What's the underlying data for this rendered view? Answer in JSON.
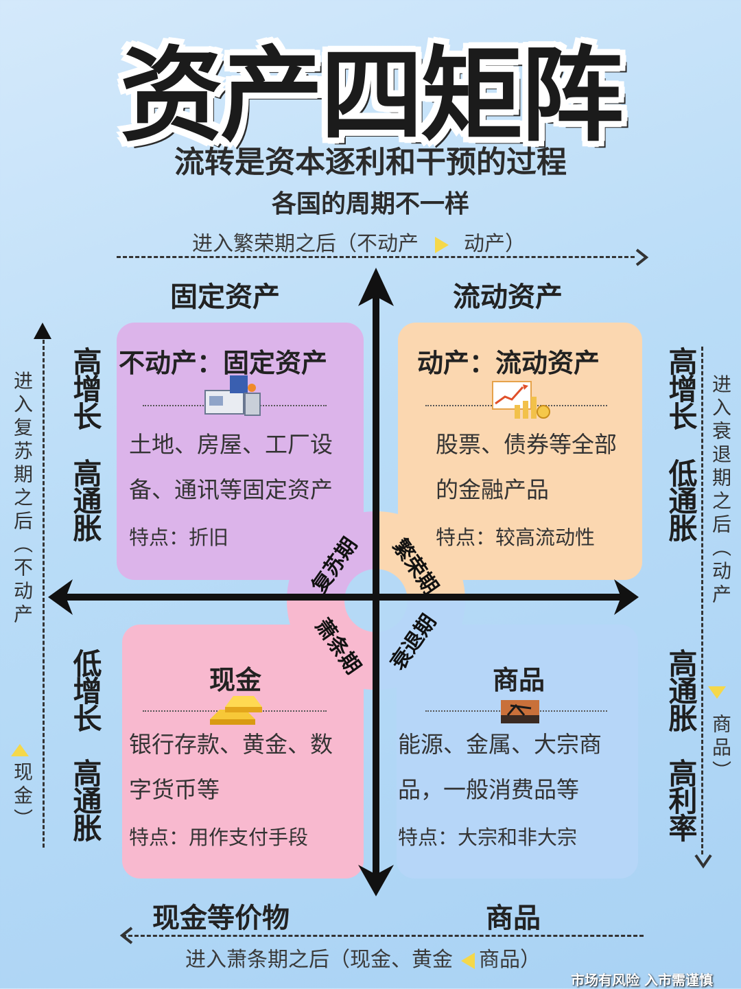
{
  "title": "资产四矩阵",
  "subtitle": "流转是资本逐利和干预的过程",
  "subtitle2": "各国的周期不一样",
  "top_hint_left": "进入繁荣期之后（不动产",
  "top_hint_right": "动产）",
  "bottom_hint_left": "进入萧条期之后（现金、黄金",
  "bottom_hint_right": "商品）",
  "headers": {
    "top_left": "固定资产",
    "top_right": "流动资产",
    "bottom_left": "现金等价物",
    "bottom_right": "商品"
  },
  "side_labels": {
    "left_top_1": "高增长",
    "left_top_2": "高通胀",
    "left_bottom_1": "低增长",
    "left_bottom_2": "高通胀",
    "right_top_1": "高增长",
    "right_top_2": "低通胀",
    "right_bottom_1": "高通胀",
    "right_bottom_2": "高利率"
  },
  "side_hints": {
    "left_1": "进入复苏期之后（不动产",
    "left_2": "现金）",
    "right_1": "进入衰退期之后（动产",
    "right_2": "商品）"
  },
  "cards": {
    "top_left": {
      "title": "不动产：固定资产",
      "line1": "土地、房屋、工厂设",
      "line2": "备、通讯等固定资产",
      "feature": "特点：折旧",
      "icon": "factory-machine-icon"
    },
    "top_right": {
      "title": "动产：流动资产",
      "line1": "股票、债券等全部",
      "line2": "的金融产品",
      "feature": "特点：较高流动性",
      "icon": "finance-chart-icon"
    },
    "bottom_left": {
      "title": "现金",
      "line1": "银行存款、黄金、数",
      "line2": "字货币等",
      "feature": "特点：用作支付手段",
      "icon": "gold-bar-icon"
    },
    "bottom_right": {
      "title": "商品",
      "line1": "能源、金属、大宗商",
      "line2": "品，一般消费品等",
      "feature": "特点：大宗和非大宗",
      "icon": "oil-pump-icon"
    }
  },
  "phases": {
    "recovery": "复苏期",
    "boom": "繁荣期",
    "depression": "萧条期",
    "recession": "衰退期"
  },
  "footer": "市场有风险 入市需谨慎",
  "colors": {
    "top_left": "#dcb4ea",
    "top_right": "#fbd7b0",
    "bottom_left": "#f8b9cf",
    "bottom_right": "#b6d6f8",
    "accent": "#f5d84a"
  }
}
